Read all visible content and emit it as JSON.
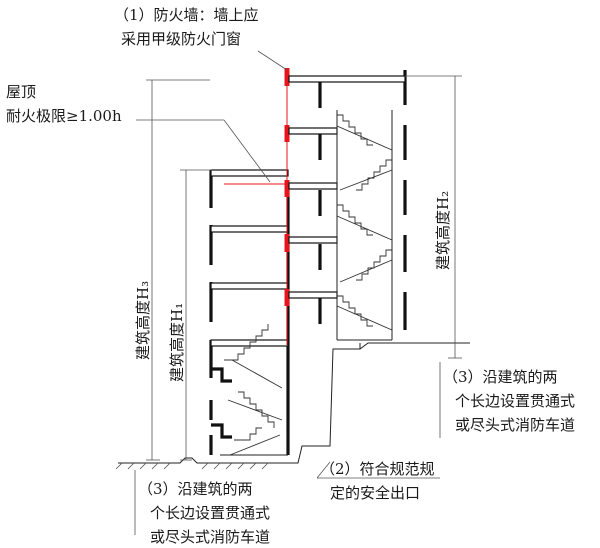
{
  "labels": {
    "firewall_line1": "（1）防火墙：墙上应",
    "firewall_line2": "采用甲级防火门窗",
    "roof_line1": "屋顶",
    "roof_line2": "耐火极限≥1.00h",
    "height_h3": "建筑高度H₃",
    "height_h1": "建筑高度H₁",
    "height_h2": "建筑高度H₂",
    "fire_lane_right_line1": "（3）沿建筑的两",
    "fire_lane_right_line2": "个长边设置贯通式",
    "fire_lane_right_line3": "或尽头式消防车道",
    "exit_line1": "（2）符合规范规",
    "exit_line2": "定的安全出口",
    "fire_lane_left_line1": "（3）沿建筑的两",
    "fire_lane_left_line2": "个长边设置贯通式",
    "fire_lane_left_line3": "或尽头式消防车道"
  },
  "colors": {
    "line": "#111111",
    "firewall_accent": "#e8141b",
    "text": "#1a1a1a"
  }
}
